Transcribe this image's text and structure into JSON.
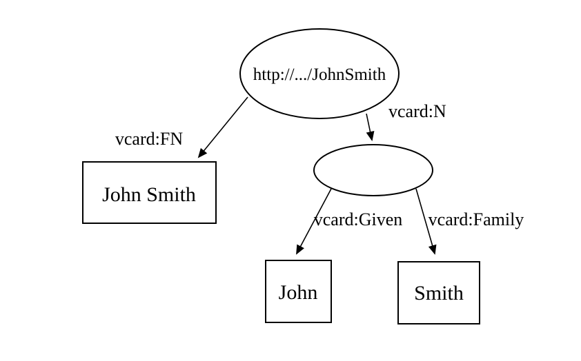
{
  "diagram": {
    "kind": "rdf-graph",
    "colors": {
      "stroke": "#000000",
      "background": "#ffffff",
      "text": "#000000"
    },
    "nodes": {
      "resource": {
        "shape": "ellipse",
        "label": "http://.../JohnSmith"
      },
      "blank": {
        "shape": "ellipse",
        "label": ""
      },
      "fn": {
        "shape": "rect",
        "label": "John Smith"
      },
      "given": {
        "shape": "rect",
        "label": "John"
      },
      "family": {
        "shape": "rect",
        "label": "Smith"
      }
    },
    "edges": [
      {
        "label": "vcard:FN",
        "from": "resource",
        "to": "fn"
      },
      {
        "label": "vcard:N",
        "from": "resource",
        "to": "blank"
      },
      {
        "label": "vcard:Given",
        "from": "blank",
        "to": "given"
      },
      {
        "label": "vcard:Family",
        "from": "blank",
        "to": "family"
      }
    ]
  }
}
